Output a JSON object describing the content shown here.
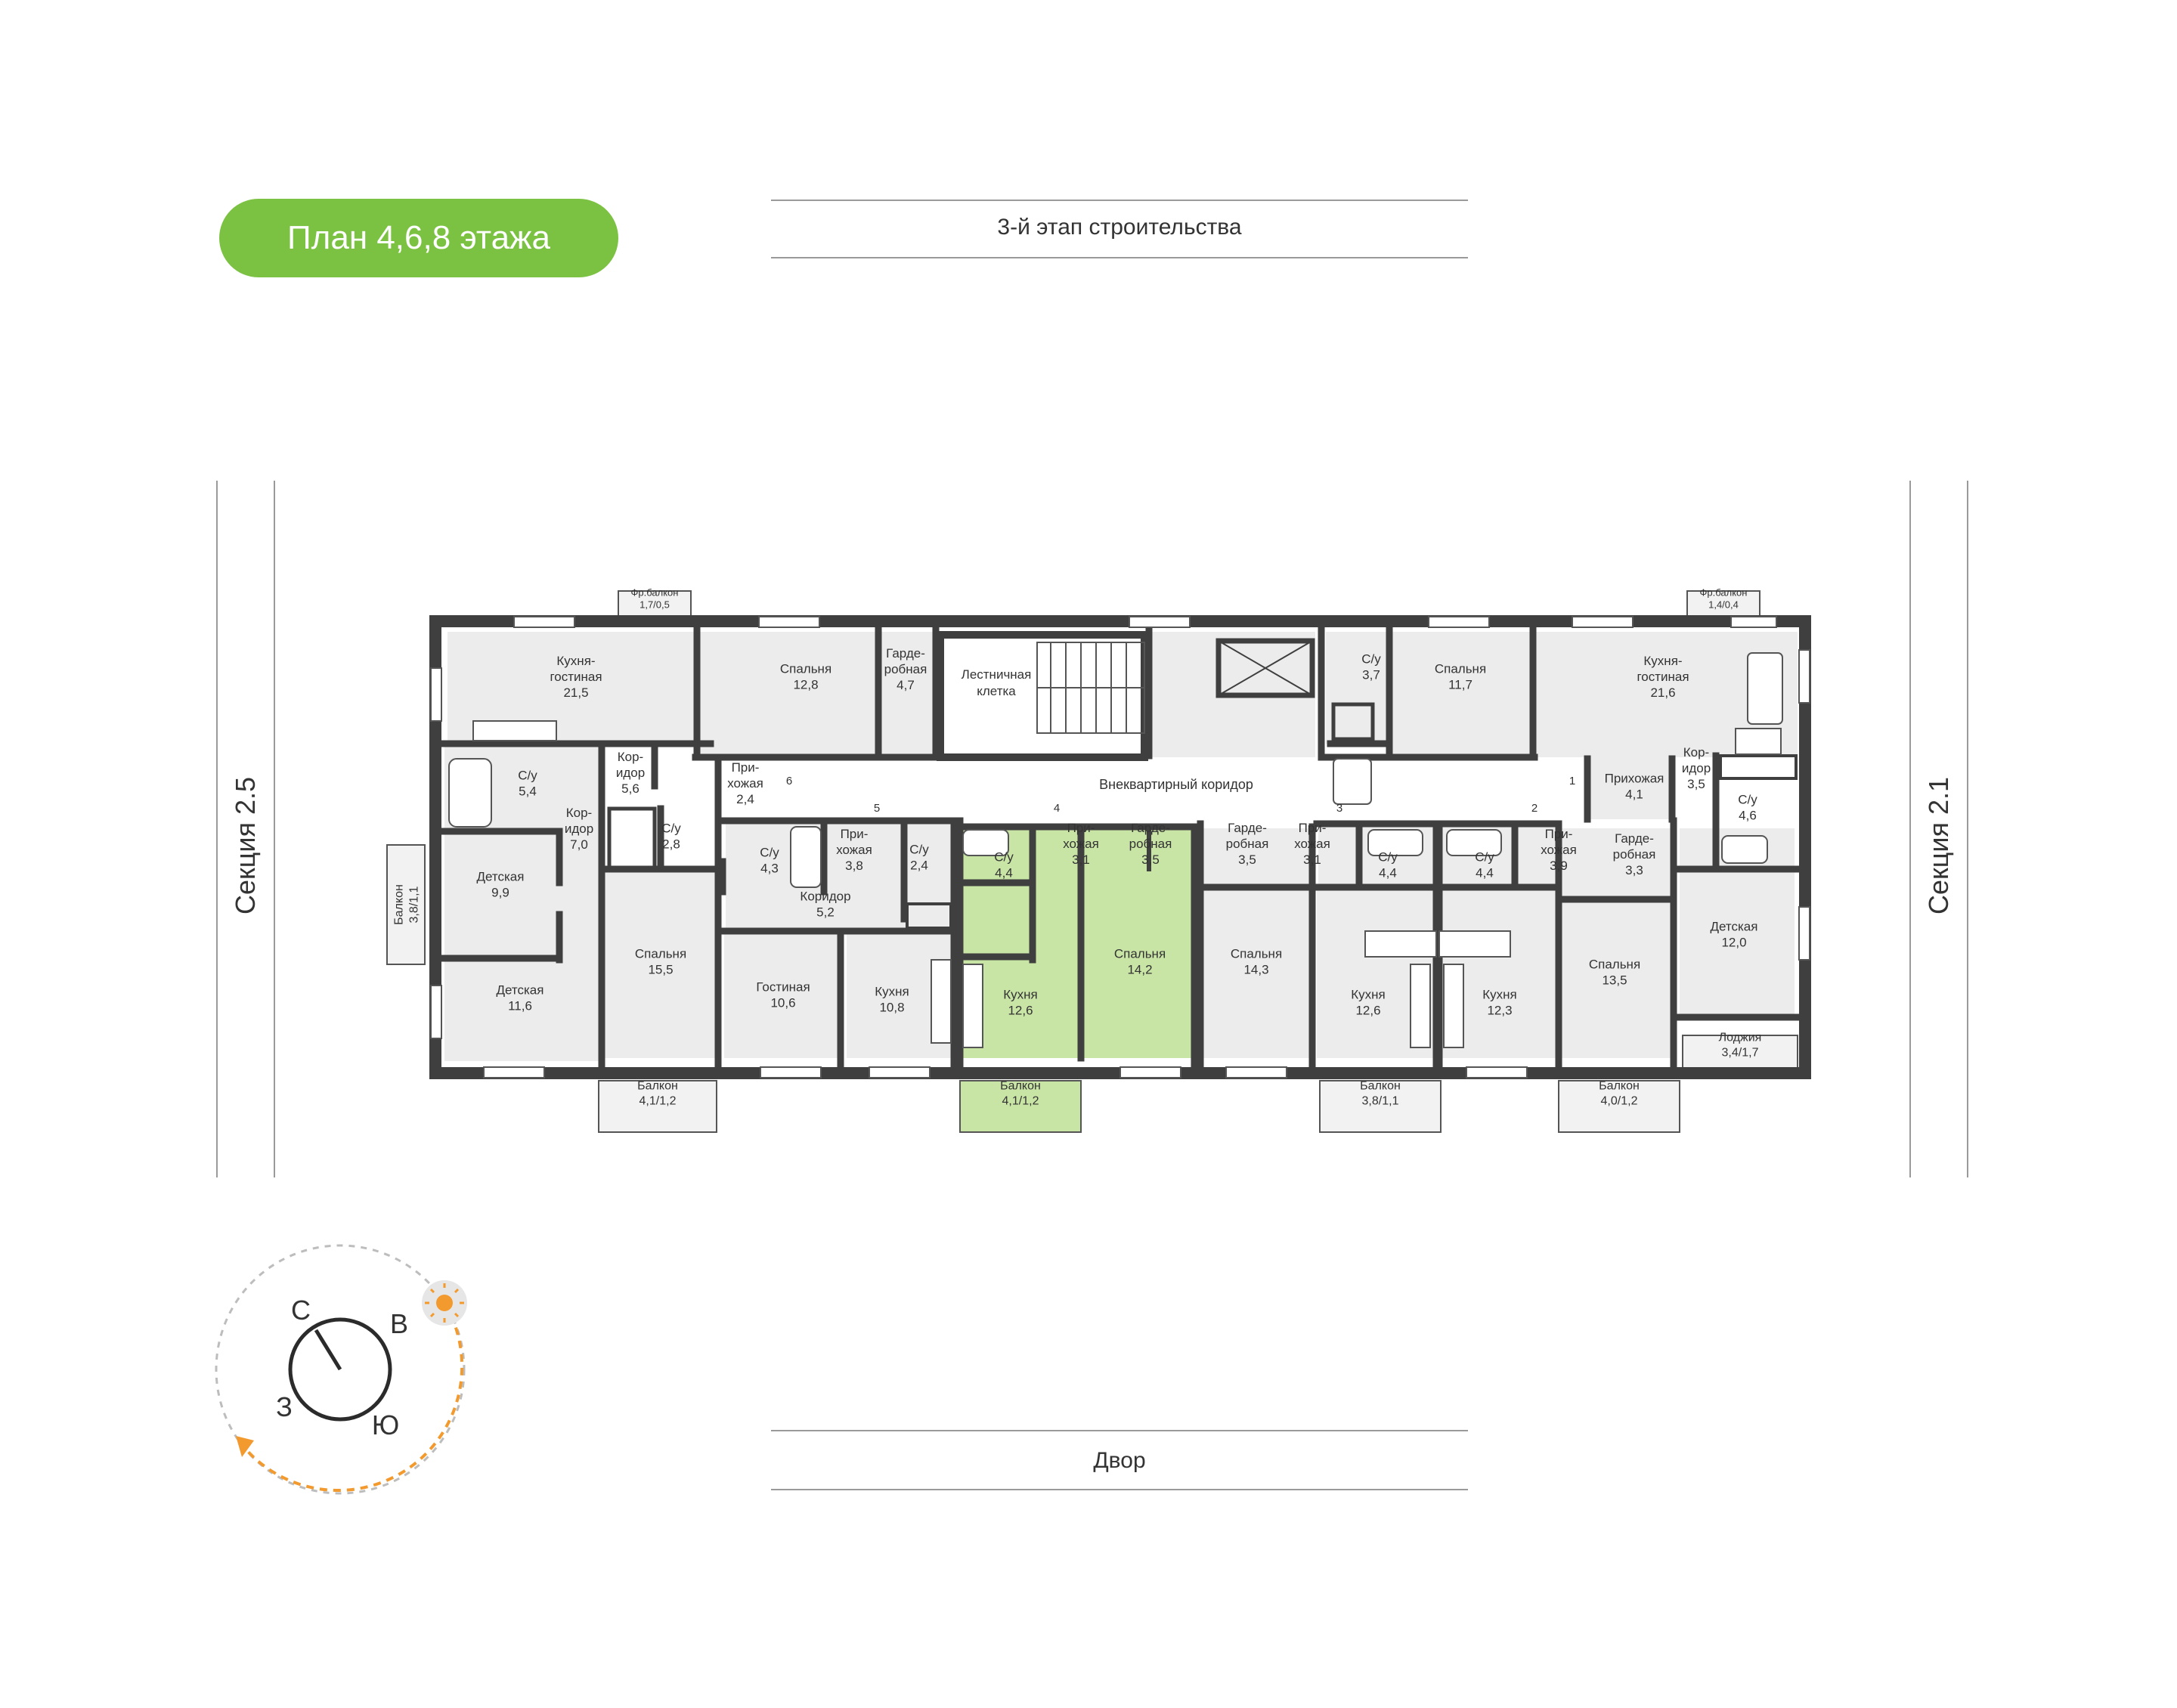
{
  "title": "План 4,6,8 этажа",
  "top_caption": "3-й этап строительства",
  "bottom_caption": "Двор",
  "left_section": "Секция 2.5",
  "right_section": "Секция 2.1",
  "corridor_label": "Внеквартирный коридор",
  "stair_label": [
    "Лестничная",
    "клетка"
  ],
  "door_numbers": [
    "1",
    "2",
    "3",
    "4",
    "5",
    "6"
  ],
  "compass": {
    "n": "С",
    "e": "В",
    "w": "З",
    "s": "Ю"
  },
  "colors": {
    "accent": "#7cc242",
    "highlight": "#c9e5a6",
    "wall": "#3f3f3f",
    "room": "#ececec",
    "sun": "#f29a2e"
  },
  "rooms": [
    {
      "lines": [
        "Кухня-",
        "гостиная",
        "21,5"
      ],
      "hl": false
    },
    {
      "lines": [
        "Спальня",
        "12,8"
      ],
      "hl": false
    },
    {
      "lines": [
        "Гарде-",
        "робная",
        "4,7"
      ],
      "hl": false
    },
    {
      "lines": [
        "С/у",
        "5,4"
      ],
      "hl": false
    },
    {
      "lines": [
        "Кор-",
        "идор",
        "5,6"
      ],
      "hl": false
    },
    {
      "lines": [
        "Кор-",
        "идор",
        "7,0"
      ],
      "hl": false
    },
    {
      "lines": [
        "С/у",
        "2,8"
      ],
      "hl": false
    },
    {
      "lines": [
        "При-",
        "хожая",
        "2,4"
      ],
      "hl": false
    },
    {
      "lines": [
        "Детская",
        "9,9"
      ],
      "hl": false
    },
    {
      "lines": [
        "Детская",
        "11,6"
      ],
      "hl": false
    },
    {
      "lines": [
        "Спальня",
        "15,5"
      ],
      "hl": false
    },
    {
      "lines": [
        "С/у",
        "4,3"
      ],
      "hl": false
    },
    {
      "lines": [
        "Коридор",
        "5,2"
      ],
      "hl": false
    },
    {
      "lines": [
        "При-",
        "хожая",
        "3,8"
      ],
      "hl": false
    },
    {
      "lines": [
        "С/у",
        "2,4"
      ],
      "hl": false
    },
    {
      "lines": [
        "Гостиная",
        "10,6"
      ],
      "hl": false
    },
    {
      "lines": [
        "Кухня",
        "10,8"
      ],
      "hl": false
    },
    {
      "lines": [
        "С/у",
        "4,4"
      ],
      "hl": true
    },
    {
      "lines": [
        "При-",
        "хожая",
        "3,1"
      ],
      "hl": true
    },
    {
      "lines": [
        "Гарде-",
        "робная",
        "3,5"
      ],
      "hl": true
    },
    {
      "lines": [
        "Кухня",
        "12,6"
      ],
      "hl": true
    },
    {
      "lines": [
        "Спальня",
        "14,2"
      ],
      "hl": true
    },
    {
      "lines": [
        "Гарде-",
        "робная",
        "3,5"
      ],
      "hl": false
    },
    {
      "lines": [
        "При-",
        "хожая",
        "3,1"
      ],
      "hl": false
    },
    {
      "lines": [
        "Спальня",
        "14,3"
      ],
      "hl": false
    },
    {
      "lines": [
        "С/у",
        "4,4"
      ],
      "hl": false
    },
    {
      "lines": [
        "Кухня",
        "12,6"
      ],
      "hl": false
    },
    {
      "lines": [
        "С/у",
        "4,4"
      ],
      "hl": false
    },
    {
      "lines": [
        "Кухня",
        "12,3"
      ],
      "hl": false
    },
    {
      "lines": [
        "При-",
        "хожая",
        "3,9"
      ],
      "hl": false
    },
    {
      "lines": [
        "Гарде-",
        "робная",
        "3,3"
      ],
      "hl": false
    },
    {
      "lines": [
        "Спальня",
        "13,5"
      ],
      "hl": false
    },
    {
      "lines": [
        "С/у",
        "3,7"
      ],
      "hl": false
    },
    {
      "lines": [
        "Спальня",
        "11,7"
      ],
      "hl": false
    },
    {
      "lines": [
        "Кухня-",
        "гостиная",
        "21,6"
      ],
      "hl": false
    },
    {
      "lines": [
        "Прихожая",
        "4,1"
      ],
      "hl": false
    },
    {
      "lines": [
        "Кор-",
        "идор",
        "3,5"
      ],
      "hl": false
    },
    {
      "lines": [
        "С/у",
        "4,6"
      ],
      "hl": false
    },
    {
      "lines": [
        "Детская",
        "12,0"
      ],
      "hl": false
    }
  ],
  "balconies": [
    {
      "lines": [
        "Фр.балкон",
        "1,7/0,5"
      ],
      "hl": false
    },
    {
      "lines": [
        "Фр.балкон",
        "1,4/0,4"
      ],
      "hl": false
    },
    {
      "lines": [
        "Балкон",
        "3,8/1,1"
      ],
      "hl": false
    },
    {
      "lines": [
        "Балкон",
        "4,1/1,2"
      ],
      "hl": false
    },
    {
      "lines": [
        "Балкон",
        "4,1/1,2"
      ],
      "hl": true
    },
    {
      "lines": [
        "Балкон",
        "3,8/1,1"
      ],
      "hl": false
    },
    {
      "lines": [
        "Балкон",
        "4,0/1,2"
      ],
      "hl": false
    },
    {
      "lines": [
        "Лоджия",
        "3,4/1,7"
      ],
      "hl": false
    }
  ]
}
